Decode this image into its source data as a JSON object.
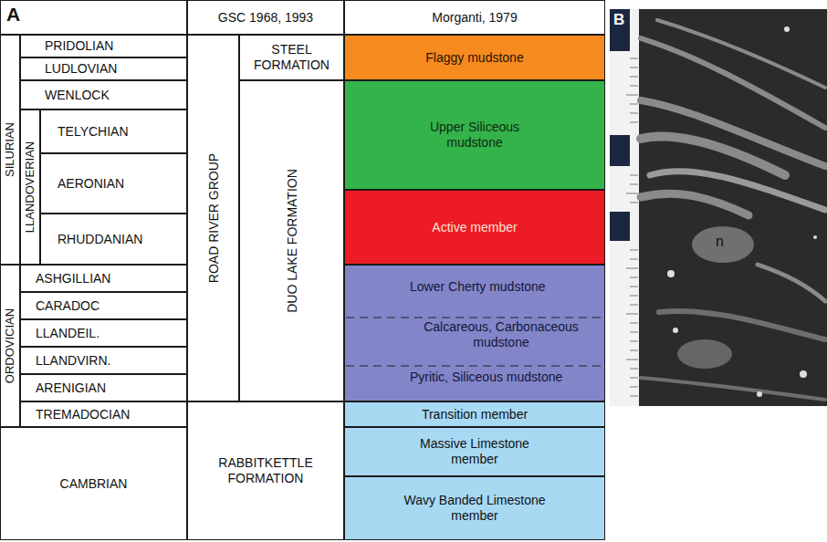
{
  "diagram": {
    "nodes": [
      {
        "text": [
          "A"
        ]
      },
      {
        "text": [
          "GSC 1968, 1993"
        ]
      },
      {
        "text": [
          "Morganti, 1979"
        ]
      },
      {
        "text": [
          "SILURIAN"
        ]
      },
      {
        "text": [
          "PRIDOLIAN"
        ]
      },
      {
        "text": [
          "LUDLOVIAN"
        ]
      },
      {
        "text": [
          "WENLOCK"
        ]
      },
      {
        "text": [
          "LLANDOVERIAN"
        ]
      },
      {
        "text": [
          "TELYCHIAN"
        ]
      },
      {
        "text": [
          "AERONIAN"
        ]
      },
      {
        "text": [
          "RHUDDANIAN"
        ]
      },
      {
        "text": [
          "ORDOVICIAN"
        ]
      },
      {
        "text": [
          "ASHGILLIAN"
        ]
      },
      {
        "text": [
          "CARADOC"
        ]
      },
      {
        "text": [
          "LLANDEIL."
        ]
      },
      {
        "text": [
          "LLANDVIRN."
        ]
      },
      {
        "text": [
          "ARENIGIAN"
        ]
      },
      {
        "text": [
          "TREMADOCIAN"
        ]
      },
      {
        "text": [
          "CAMBRIAN"
        ]
      },
      {
        "text": [
          "ROAD RIVER GROUP"
        ]
      },
      {
        "text": [
          "STEEL FORMATION"
        ]
      },
      {
        "text": [
          "DUO LAKE FORMATION"
        ]
      },
      {
        "text": [
          "RABBITKETTLE FORMATION"
        ]
      },
      {
        "text": [
          "Flaggy mudstone"
        ]
      },
      {
        "text": [
          "Upper Siliceous mudstone"
        ]
      },
      {
        "text": [
          "Active member"
        ]
      },
      {
        "text": [
          "Lower Cherty mudstone",
          "Calcareous, Carbonaceous mudstone",
          "Pyritic, Siliceous mudstone"
        ]
      },
      {
        "text": [
          "Transition member"
        ]
      },
      {
        "text": [
          "Massive Limestone member"
        ]
      },
      {
        "text": [
          "Wavy Banded Limestone member"
        ]
      }
    ],
    "labels": [
      "B",
      "n"
    ]
  }
}
